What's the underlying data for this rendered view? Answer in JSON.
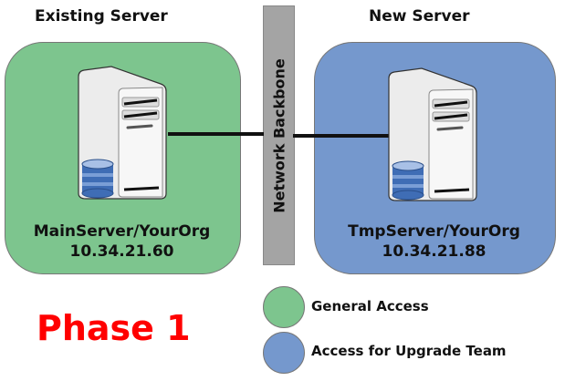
{
  "left": {
    "heading": "Existing Server",
    "hostname": "MainServer/YourOrg",
    "ip": "10.34.21.60",
    "color": "#7dc58e"
  },
  "right": {
    "heading": "New Server",
    "hostname": "TmpServer/YourOrg",
    "ip": "10.34.21.88",
    "color": "#7598cd"
  },
  "backbone": {
    "label": "Network Backbone"
  },
  "phase": {
    "label": "Phase 1",
    "color": "#ff0000"
  },
  "legend": [
    {
      "label": "General Access",
      "color": "#7dc58e"
    },
    {
      "label": "Access for Upgrade Team",
      "color": "#7598cd"
    }
  ]
}
